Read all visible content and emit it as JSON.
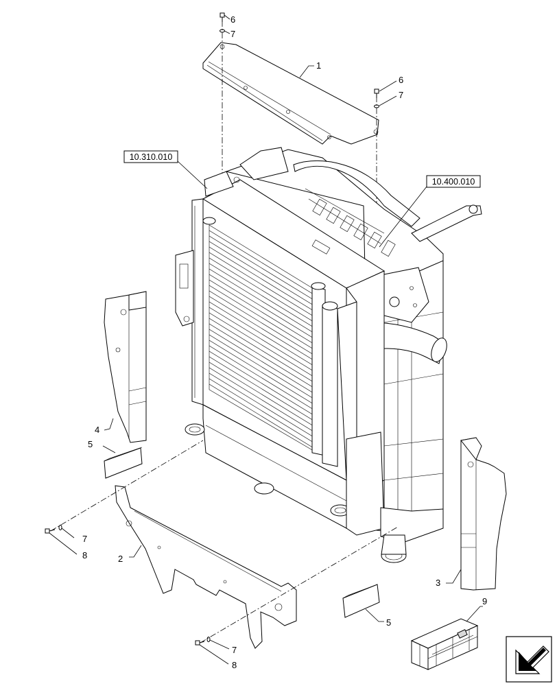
{
  "references": {
    "radiator_ref": "10.310.010",
    "intercooler_ref": "10.400.010"
  },
  "callouts": {
    "c1": "1",
    "c2": "2",
    "c3": "3",
    "c4": "4",
    "c5a": "5",
    "c5b": "5",
    "c6a": "6",
    "c6b": "6",
    "c7a": "7",
    "c7b": "7",
    "c7c": "7",
    "c7d": "7",
    "c8a": "8",
    "c8b": "8",
    "c9": "9"
  },
  "icons": {
    "kit_box": "kit-box-icon",
    "navigation": "next-arrow-icon"
  }
}
